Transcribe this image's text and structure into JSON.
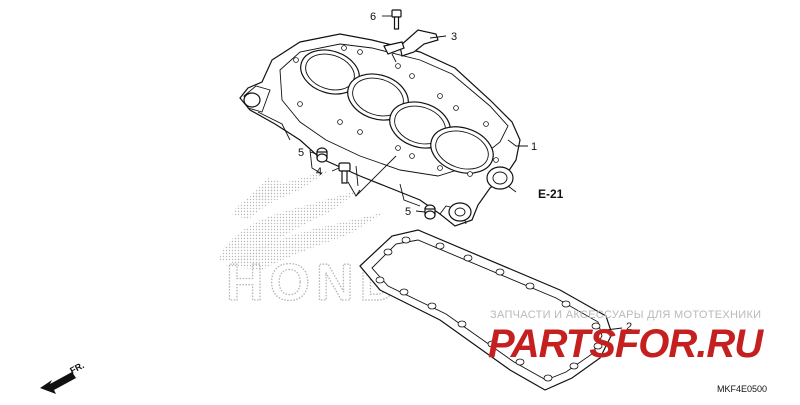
{
  "diagram": {
    "callouts": [
      {
        "id": "c1",
        "number": "1"
      },
      {
        "id": "c2",
        "number": "2"
      },
      {
        "id": "c3",
        "number": "3"
      },
      {
        "id": "c4",
        "number": "4"
      },
      {
        "id": "c5a",
        "number": "5"
      },
      {
        "id": "c5b",
        "number": "5"
      },
      {
        "id": "c6",
        "number": "6"
      }
    ],
    "reference_label": "E-21",
    "direction_label": "FR.",
    "diagram_code": "MKF4E0500"
  },
  "brand_logo": {
    "text": "HONDA",
    "color": "#b5b5b5"
  },
  "watermark": {
    "tagline": "ЗАПЧАСТИ И АКСЕССУАРЫ ДЛЯ МОТОТЕХНИКИ",
    "site": "PARTSFOR.RU",
    "color": "#c52020"
  }
}
